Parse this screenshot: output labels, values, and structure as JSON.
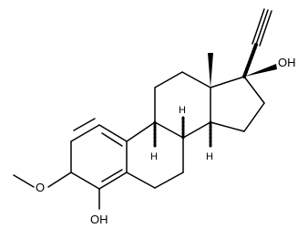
{
  "molecule": {
    "labels": {
      "oh_17": "OH",
      "oh_4": "OH",
      "methoxy_o": "O",
      "h_9": "H",
      "h_8": "H",
      "h_14": "H"
    }
  }
}
